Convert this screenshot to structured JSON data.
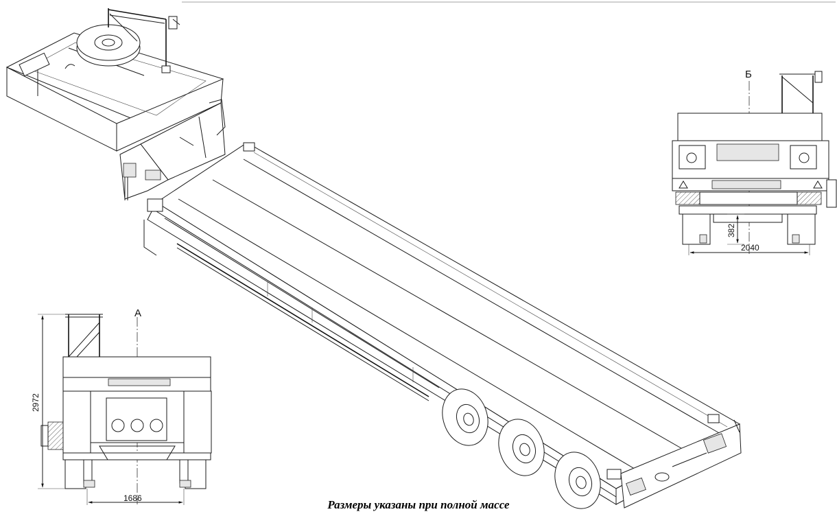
{
  "views": {
    "rear_view_label": "А",
    "front_view_label": "Б"
  },
  "dimensions": {
    "total_height": "2972",
    "rear_track_width": "1686",
    "front_track_width": "2040",
    "ground_clearance": "382"
  },
  "caption": "Размеры указаны при полной массе"
}
